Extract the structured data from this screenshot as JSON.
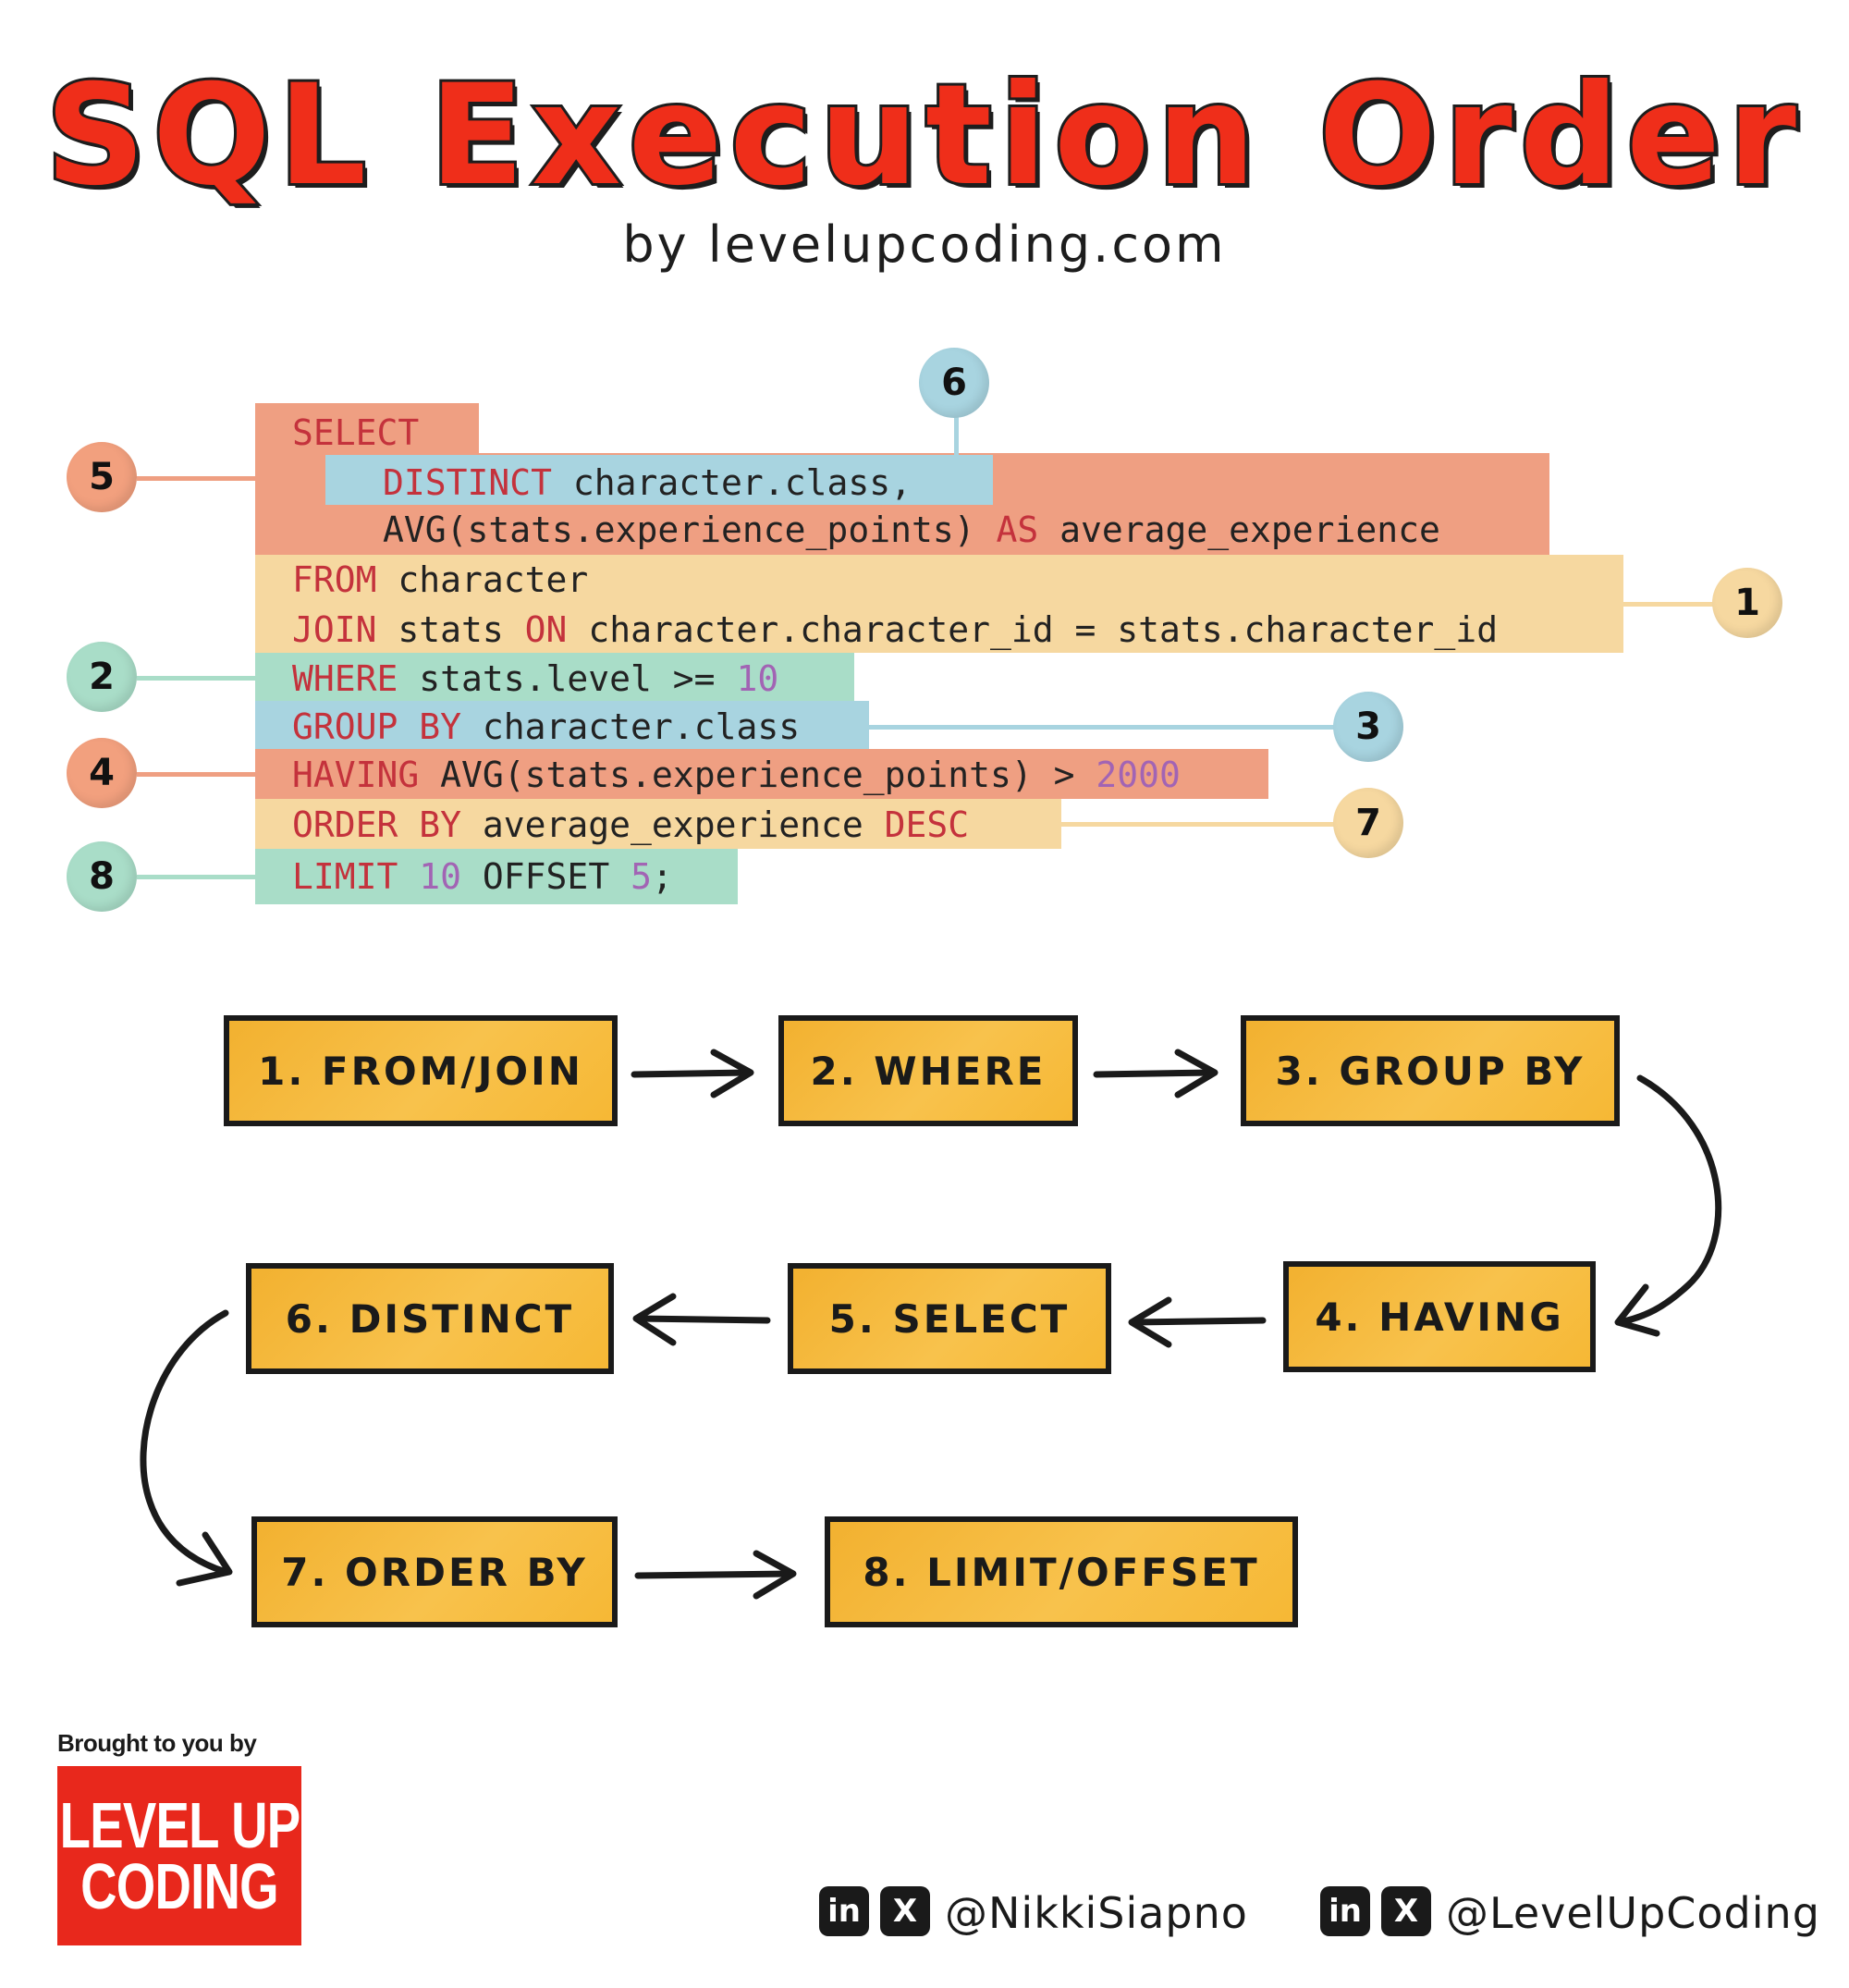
{
  "title": "SQL Execution Order",
  "subtitle": "by levelupcoding.com",
  "code": {
    "select_kw": "SELECT",
    "distinct_kw": "DISTINCT",
    "distinct_rest": " character.class,",
    "avg_pre": "AVG(stats.experience_points) ",
    "as_kw": "AS",
    "avg_post": " average_experience",
    "from_kw": "FROM",
    "from_rest": " character",
    "join_kw": "JOIN",
    "join_mid": " stats ",
    "on_kw": "ON",
    "join_rest": " character.character_id = stats.character_id",
    "where_kw": "WHERE",
    "where_rest": " stats.level >= ",
    "where_num": "10",
    "group_kw": "GROUP BY",
    "group_rest": " character.class",
    "having_kw": "HAVING",
    "having_rest": " AVG(stats.experience_points) > ",
    "having_num": "2000",
    "order_kw": "ORDER BY",
    "order_mid": " average_experience ",
    "desc_kw": "DESC",
    "limit_kw": "LIMIT",
    "limit_num": "10",
    "offset_kw": " OFFSET ",
    "offset_num": "5",
    "semicolon": ";"
  },
  "badges": {
    "b1": "1",
    "b2": "2",
    "b3": "3",
    "b4": "4",
    "b5": "5",
    "b6": "6",
    "b7": "7",
    "b8": "8"
  },
  "steps": [
    "1. FROM/JOIN",
    "2. WHERE",
    "3. GROUP BY",
    "4. HAVING",
    "5. SELECT",
    "6. DISTINCT",
    "7. ORDER BY",
    "8. LIMIT/OFFSET"
  ],
  "footer": {
    "brought_by": "Brought to you by",
    "logo_line1": "LEVEL UP",
    "logo_line2": "CODING",
    "linkedin_icon_text": "in",
    "x_icon_text": "X",
    "handle_1": "@NikkiSiapno",
    "handle_2": "@LevelUpCoding"
  },
  "colors": {
    "title_red": "#ef2e1a",
    "salmon": "#ef9f82",
    "blue": "#a8d4e0",
    "yellow": "#f6d8a0",
    "green": "#a9ddc8",
    "box_fill": "#f6b835",
    "keyword": "#c4323c",
    "number": "#a264b4"
  }
}
